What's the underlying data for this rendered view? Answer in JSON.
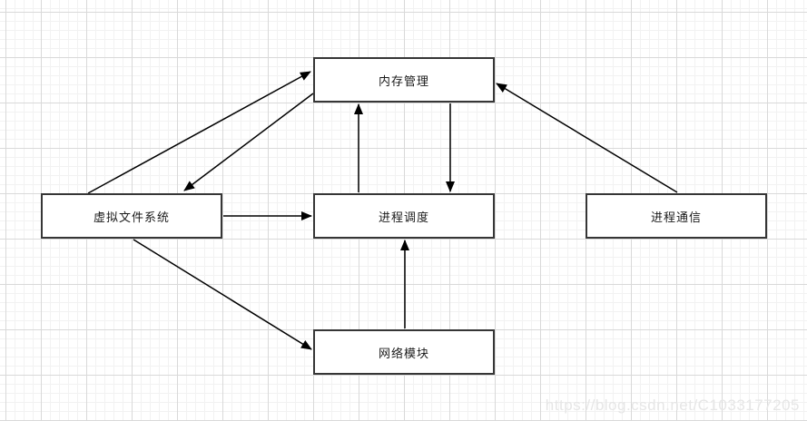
{
  "diagram": {
    "nodes": [
      {
        "id": "memory-management",
        "label": "内存管理"
      },
      {
        "id": "virtual-file-system",
        "label": "虚拟文件系统"
      },
      {
        "id": "process-scheduling",
        "label": "进程调度"
      },
      {
        "id": "process-communication",
        "label": "进程通信"
      },
      {
        "id": "network-module",
        "label": "网络模块"
      }
    ],
    "edges": [
      {
        "from": "virtual-file-system",
        "to": "memory-management"
      },
      {
        "from": "memory-management",
        "to": "virtual-file-system"
      },
      {
        "from": "process-scheduling",
        "to": "memory-management"
      },
      {
        "from": "memory-management",
        "to": "process-scheduling"
      },
      {
        "from": "virtual-file-system",
        "to": "process-scheduling"
      },
      {
        "from": "virtual-file-system",
        "to": "network-module"
      },
      {
        "from": "network-module",
        "to": "process-scheduling"
      },
      {
        "from": "process-communication",
        "to": "memory-management"
      }
    ]
  },
  "watermark": {
    "text": "https://blog.csdn.net/C1033177205"
  },
  "colors": {
    "canvas_bg": "#ffffff",
    "grid_minor": "#f2f2f2",
    "grid_major": "#d9d9d9",
    "node_fill": "#ffffff",
    "node_border": "#363636",
    "node_text": "#1a1a1a",
    "arrow": "#000000",
    "watermark_text": "#e6e6e6"
  }
}
